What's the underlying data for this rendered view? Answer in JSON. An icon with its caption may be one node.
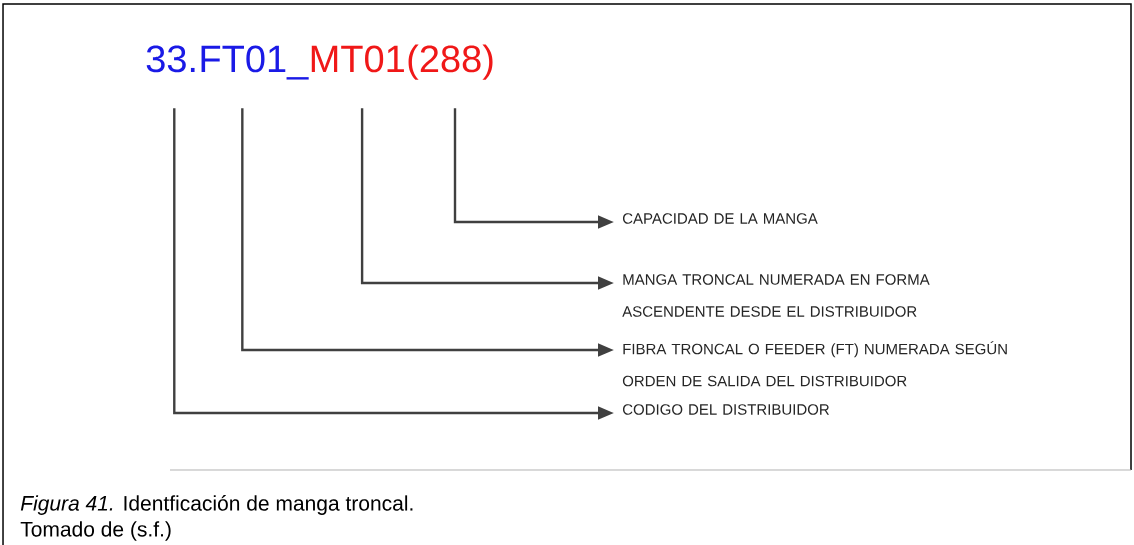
{
  "diagram": {
    "caption": "*Figura 41.* Identficación de manga troncal.",
    "nodes": [
      {
        "text": [
          "33."
        ]
      },
      {
        "text": [
          "FT01_"
        ]
      },
      {
        "text": [
          "MT01"
        ]
      },
      {
        "text": [
          "(288)"
        ]
      },
      {
        "text": [
          "CAPACIDAD DE LA MANGA"
        ]
      },
      {
        "text": [
          "MANGA TRONCAL NUMERADA EN FORMA ASCENDENTE DESDE EL DISTRIBUIDOR"
        ]
      },
      {
        "text": [
          "FIBRA TRONCAL O FEEDER (FT) NUMERADA SEGÚN ORDEN DE SALIDA DEL DISTRIBUIDOR"
        ]
      },
      {
        "text": [
          "CODIGO DEL DISTRIBUIDOR"
        ]
      }
    ],
    "edges": [
      {
        "from": 3,
        "to": 4,
        "arrow": "to"
      },
      {
        "from": 2,
        "to": 5,
        "arrow": "to"
      },
      {
        "from": 1,
        "to": 6,
        "arrow": "to"
      },
      {
        "from": 0,
        "to": 7,
        "arrow": "to"
      }
    ],
    "labels": [
      "Tomado de (s.f.)"
    ]
  }
}
